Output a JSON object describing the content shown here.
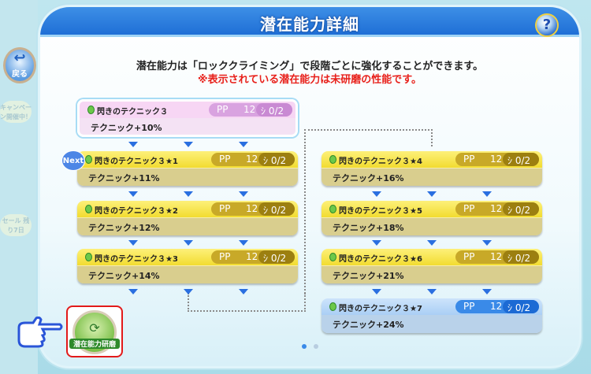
{
  "header": {
    "title": "潜在能力詳細",
    "help_label": "?"
  },
  "back": {
    "label": "戻る"
  },
  "sidebar": {
    "badges": [
      "キャンペーン開催中！",
      "セール 残り7日"
    ]
  },
  "description": {
    "line1": "潜在能力は「ロッククライミング」で段階ごとに強化することができます。",
    "line2": "※表示されている潜在能力は未研磨の性能です。"
  },
  "next_badge": "Next",
  "cards": [
    {
      "name": "閃きのテクニック３",
      "pp_label": "PP",
      "pp": "12",
      "count": "0/2",
      "effect": "テクニック+10%",
      "style": "pink"
    },
    {
      "name": "閃きのテクニック３★1",
      "pp_label": "PP",
      "pp": "12",
      "count": "0/2",
      "effect": "テクニック+11%",
      "style": "yellow"
    },
    {
      "name": "閃きのテクニック３★2",
      "pp_label": "PP",
      "pp": "12",
      "count": "0/2",
      "effect": "テクニック+12%",
      "style": "yellow"
    },
    {
      "name": "閃きのテクニック３★3",
      "pp_label": "PP",
      "pp": "12",
      "count": "0/2",
      "effect": "テクニック+14%",
      "style": "yellow"
    },
    {
      "name": "閃きのテクニック３★4",
      "pp_label": "PP",
      "pp": "12",
      "count": "0/2",
      "effect": "テクニック+16%",
      "style": "yellow"
    },
    {
      "name": "閃きのテクニック３★5",
      "pp_label": "PP",
      "pp": "12",
      "count": "0/2",
      "effect": "テクニック+18%",
      "style": "yellow"
    },
    {
      "name": "閃きのテクニック３★6",
      "pp_label": "PP",
      "pp": "12",
      "count": "0/2",
      "effect": "テクニック+21%",
      "style": "yellow"
    },
    {
      "name": "閃きのテクニック３★7",
      "pp_label": "PP",
      "pp": "12",
      "count": "0/2",
      "effect": "テクニック+24%",
      "style": "blue"
    }
  ],
  "research_button": {
    "label": "潜在能力研磨"
  },
  "pagination": {
    "current": 1,
    "total": 2,
    "active_color": "#3a8ae8",
    "inactive_color": "#b8cde0"
  }
}
